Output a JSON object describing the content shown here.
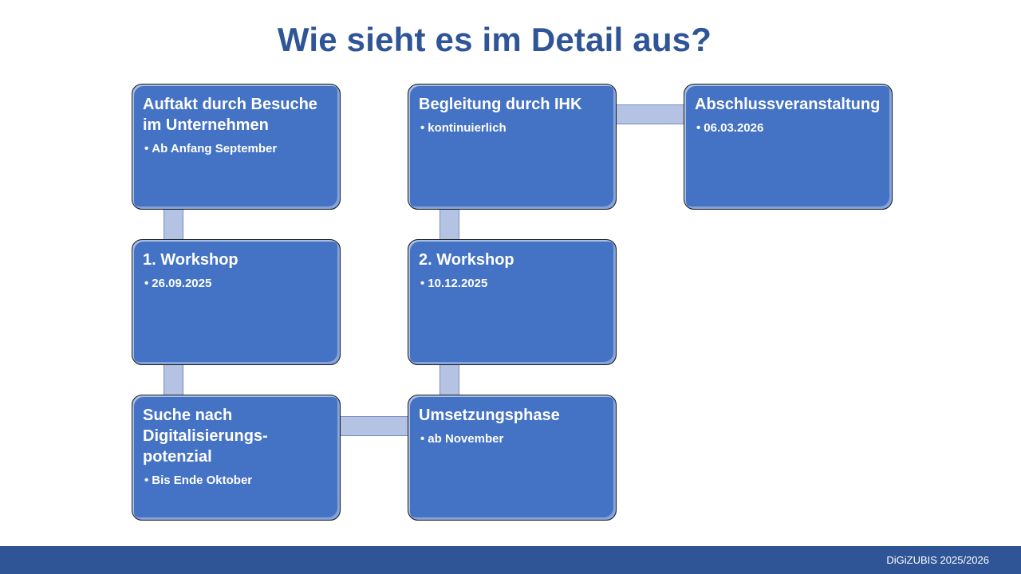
{
  "slide": {
    "title": "Wie sieht es im Detail aus?",
    "footer": "DiGiZUBIS 2025/2026"
  },
  "steps": [
    {
      "title": "Auftakt durch Besuche im Unternehmen",
      "bullet": "Ab Anfang September"
    },
    {
      "title": "1. Workshop",
      "bullet": "26.09.2025"
    },
    {
      "title": "Suche nach Digitalisierungs-potenzial",
      "bullet": "Bis Ende Oktober"
    },
    {
      "title": "Umsetzungsphase",
      "bullet": "ab November"
    },
    {
      "title": "2. Workshop",
      "bullet": "10.12.2025"
    },
    {
      "title": "Begleitung durch IHK",
      "bullet": "kontinuierlich"
    },
    {
      "title": "Abschlussveranstaltung",
      "bullet": "06.03.2026"
    }
  ],
  "colors": {
    "title": "#2f5597",
    "box_fill": "#4472c4",
    "connector": "#b4c2e3",
    "footer_bar": "#2f5597"
  }
}
